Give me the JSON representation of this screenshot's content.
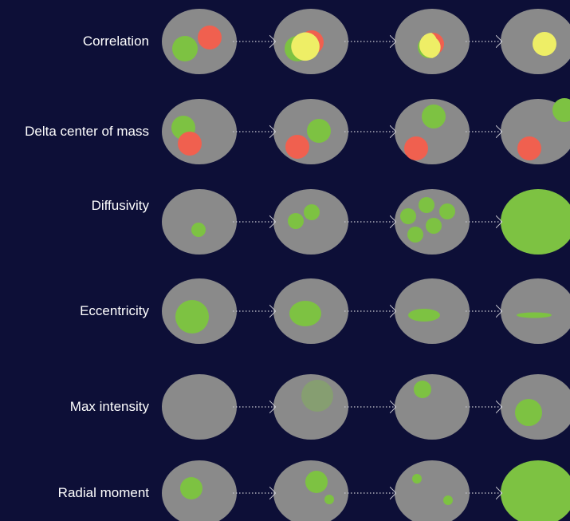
{
  "rows": [
    {
      "label": "Correlation"
    },
    {
      "label": "Delta center of mass"
    },
    {
      "label": "Diffusivity"
    },
    {
      "label": "Eccentricity"
    },
    {
      "label": "Max intensity"
    },
    {
      "label": "Radial moment"
    }
  ],
  "colors": {
    "background": "#0d0f37",
    "cell": "#8a8a8a",
    "green": "#7dc242",
    "red": "#f0604f",
    "yellow": "#eeee66",
    "arrow": "#c8c8d0"
  }
}
